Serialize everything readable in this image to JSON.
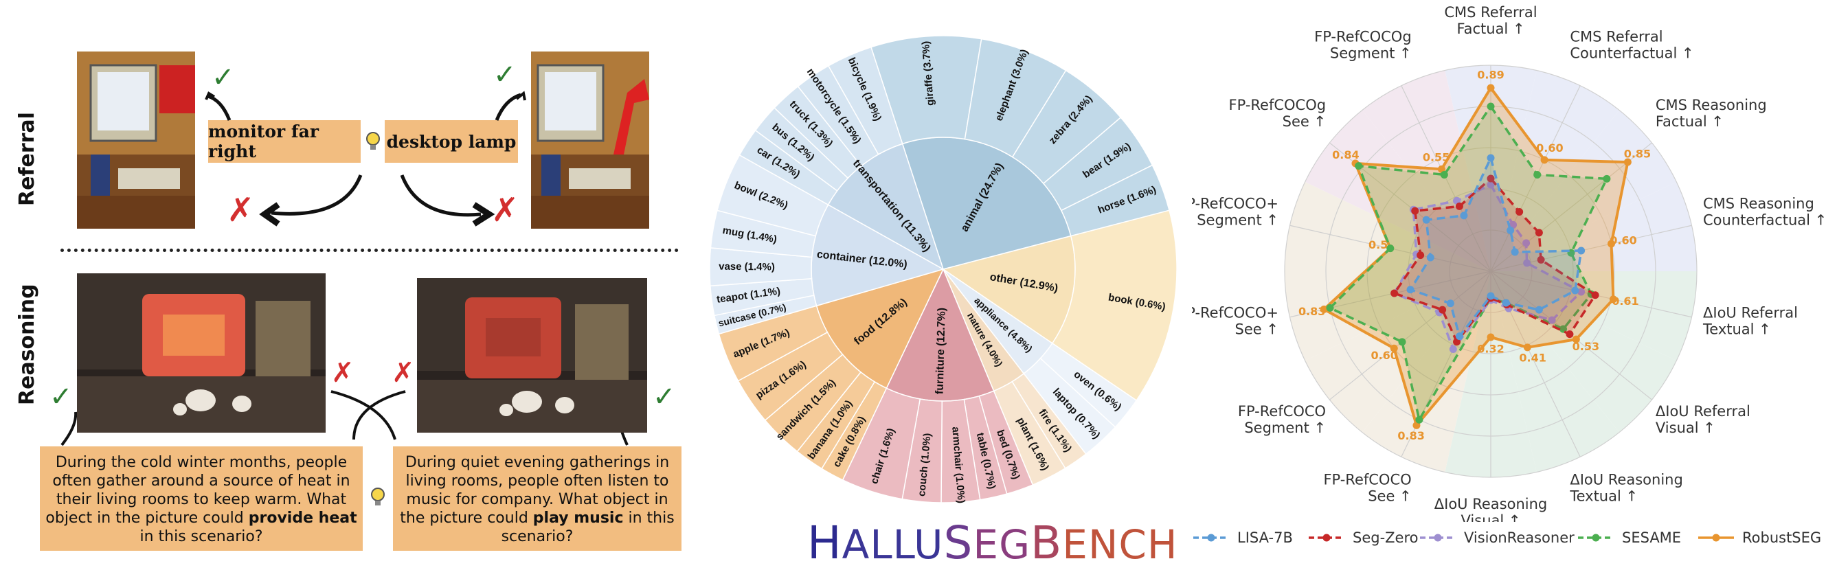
{
  "examples": {
    "referral_label": "Referral",
    "reasoning_label": "Reasoning",
    "referral_tags": [
      "monitor far right",
      "desktop lamp"
    ],
    "reasoning_queries": [
      {
        "before": "During the cold winter months, people often gather around a source of heat in their living rooms to keep warm. What object in the picture could ",
        "bold": "provide heat",
        "after": " in this scenario?"
      },
      {
        "before": "During quiet evening gatherings in living rooms, people often listen to music for company. What object in the picture could ",
        "bold": "play music",
        "after": " in this scenario?"
      }
    ]
  },
  "brand": {
    "parts": [
      "H",
      "ALLU",
      "S",
      "EG",
      "B",
      "ENCH"
    ]
  },
  "chart_data": [
    {
      "type": "sunburst",
      "title": "",
      "inner": [
        {
          "label": "animal (24.7%)",
          "value": 24.7,
          "color": "#a9c8dc",
          "outer_color": "#c1d9e8"
        },
        {
          "label": "other (12.9%)",
          "value": 12.9,
          "color": "#f7e2b8",
          "outer_color": "#fae9c5"
        },
        {
          "label": "appliance (4.8%)",
          "value": 4.8,
          "color": "#e3ecf6",
          "outer_color": "#edf3fa"
        },
        {
          "label": "nature (4.0%)",
          "value": 4.0,
          "color": "#f3dcc0",
          "outer_color": "#f7e5cf"
        },
        {
          "label": "furniture (12.7%)",
          "value": 12.7,
          "color": "#dc9ca4",
          "outer_color": "#ebbbc1"
        },
        {
          "label": "food (12.8%)",
          "value": 12.8,
          "color": "#f0b879",
          "outer_color": "#f5cb99"
        },
        {
          "label": "container (12.0%)",
          "value": 12.0,
          "color": "#d3e1f1",
          "outer_color": "#e2ecf7"
        },
        {
          "label": "transportation (11.3%)",
          "value": 11.3,
          "color": "#c4d8ea",
          "outer_color": "#d6e5f2"
        }
      ],
      "outer": [
        [
          {
            "label": "giraffe (3.7%)",
            "value": 3.7
          },
          {
            "label": "elephant (3.0%)",
            "value": 3.0
          },
          {
            "label": "zebra (2.4%)",
            "value": 2.4
          },
          {
            "label": "bear (1.9%)",
            "value": 1.9
          },
          {
            "label": "horse (1.6%)",
            "value": 1.6
          }
        ],
        [
          {
            "label": "book (0.6%)",
            "value": 0.6
          }
        ],
        [
          {
            "label": "oven (0.6%)",
            "value": 0.6
          },
          {
            "label": "laptop (0.7%)",
            "value": 0.7
          }
        ],
        [
          {
            "label": "fire (1.1%)",
            "value": 1.1
          },
          {
            "label": "plant (1.6%)",
            "value": 1.6
          }
        ],
        [
          {
            "label": "bed (0.7%)",
            "value": 0.7
          },
          {
            "label": "table (0.7%)",
            "value": 0.7
          },
          {
            "label": "armchair (1.0%)",
            "value": 1.0
          },
          {
            "label": "couch (1.0%)",
            "value": 1.0
          },
          {
            "label": "chair (1.6%)",
            "value": 1.6
          }
        ],
        [
          {
            "label": "cake (0.8%)",
            "value": 0.8
          },
          {
            "label": "banana (1.0%)",
            "value": 1.0
          },
          {
            "label": "sandwich (1.5%)",
            "value": 1.5
          },
          {
            "label": "pizza (1.6%)",
            "value": 1.6
          },
          {
            "label": "apple (1.7%)",
            "value": 1.7
          }
        ],
        [
          {
            "label": "suitcase (0.7%)",
            "value": 0.7
          },
          {
            "label": "teapot (1.1%)",
            "value": 1.1
          },
          {
            "label": "vase (1.4%)",
            "value": 1.4
          },
          {
            "label": "mug (1.4%)",
            "value": 1.4
          },
          {
            "label": "bowl (2.2%)",
            "value": 2.2
          }
        ],
        [
          {
            "label": "car (1.2%)",
            "value": 1.2
          },
          {
            "label": "bus (1.2%)",
            "value": 1.2
          },
          {
            "label": "truck (1.3%)",
            "value": 1.3
          },
          {
            "label": "motorcycle (1.5%)",
            "value": 1.5
          },
          {
            "label": "bicycle (1.9%)",
            "value": 1.9
          }
        ]
      ]
    },
    {
      "type": "radar",
      "axes": [
        {
          "label": [
            "CMS Referral",
            "Factual ↑"
          ],
          "annot": "0.89"
        },
        {
          "label": [
            "CMS Referral",
            "Counterfactual ↑"
          ],
          "annot": "0.60"
        },
        {
          "label": [
            "CMS Reasoning",
            "Factual ↑"
          ],
          "annot": "0.85"
        },
        {
          "label": [
            "CMS Reasoning",
            "Counterfactual ↑"
          ],
          "annot": "0.60"
        },
        {
          "label": [
            "ΔIoU Referral",
            "Textual ↑"
          ],
          "annot": "0.61"
        },
        {
          "label": [
            "ΔIoU Referral",
            "Visual ↑"
          ],
          "annot": "0.53"
        },
        {
          "label": [
            "ΔIoU Reasoning",
            "Textual ↑"
          ],
          "annot": "0.41"
        },
        {
          "label": [
            "ΔIoU Reasoning",
            "Visual ↑"
          ],
          "annot": "0.32"
        },
        {
          "label": [
            "FP-RefCOCO",
            "See ↑"
          ],
          "annot": "0.83"
        },
        {
          "label": [
            "FP-RefCOCO",
            "Segment ↑"
          ],
          "annot": "0.60"
        },
        {
          "label": [
            "FP-RefCOCO+",
            "See ↑"
          ],
          "annot": "0.83"
        },
        {
          "label": [
            "FP-RefCOCO+",
            "Segment ↑"
          ],
          "annot": "0.5"
        },
        {
          "label": [
            "FP-RefCOCOg",
            "See ↑"
          ],
          "annot": "0.84"
        },
        {
          "label": [
            "FP-RefCOCOg",
            "Segment ↑"
          ],
          "annot": "0.55"
        }
      ],
      "series": [
        {
          "name": "LISA-7B",
          "color": "#5b9bd5",
          "values": [
            0.55,
            0.22,
            0.15,
            0.45,
            0.42,
            0.3,
            0.17,
            0.12,
            0.35,
            0.25,
            0.4,
            0.3,
            0.4,
            0.3
          ]
        },
        {
          "name": "Seg-Zero",
          "color": "#c62828",
          "values": [
            0.45,
            0.32,
            0.3,
            0.25,
            0.52,
            0.49,
            0.18,
            0.13,
            0.38,
            0.3,
            0.48,
            0.35,
            0.47,
            0.35
          ]
        },
        {
          "name": "VisionReasoner",
          "color": "#9e8fd0",
          "values": [
            0.42,
            0.25,
            0.22,
            0.18,
            0.45,
            0.38,
            0.2,
            0.14,
            0.42,
            0.32,
            0.48,
            0.37,
            0.48,
            0.38
          ]
        },
        {
          "name": "SESAME",
          "color": "#4caf50",
          "values": [
            0.8,
            0.52,
            0.72,
            0.4,
            0.5,
            0.45,
            0.17,
            0.13,
            0.8,
            0.55,
            0.8,
            0.5,
            0.82,
            0.52
          ]
        },
        {
          "name": "RobustSEG",
          "color": "#e8952f",
          "values": [
            0.89,
            0.6,
            0.85,
            0.6,
            0.61,
            0.53,
            0.41,
            0.32,
            0.83,
            0.6,
            0.83,
            0.5,
            0.84,
            0.55
          ]
        }
      ]
    }
  ]
}
